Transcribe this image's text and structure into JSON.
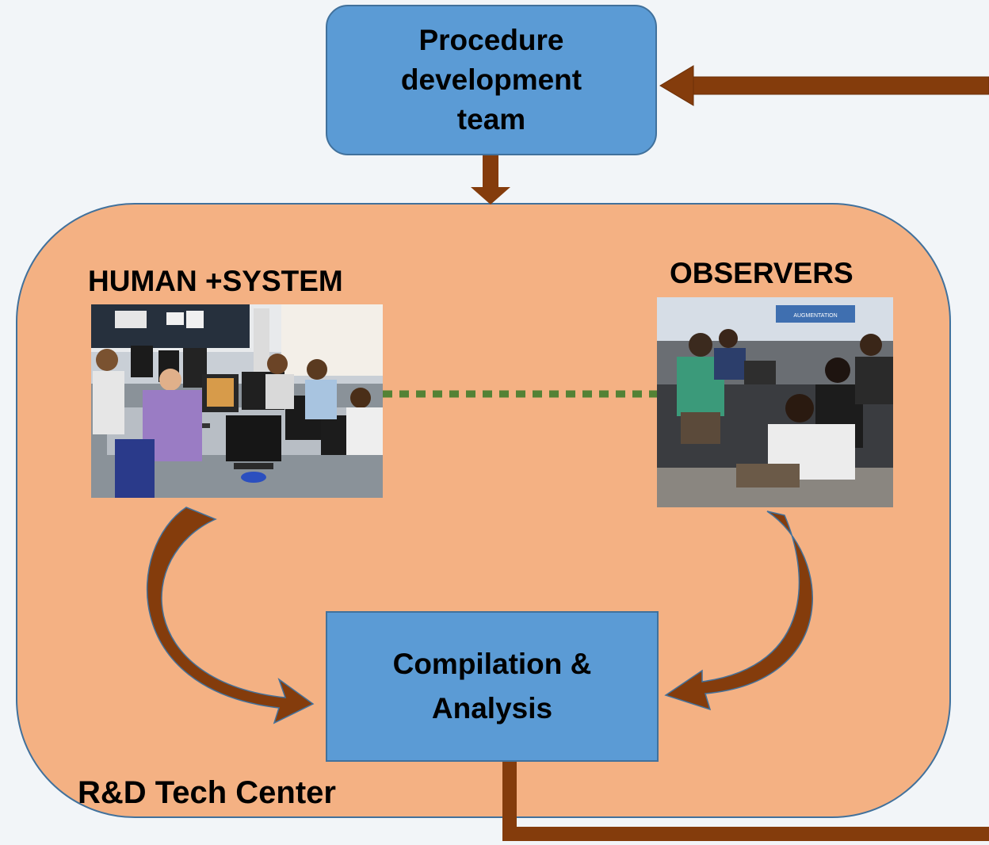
{
  "procedure_box": {
    "label": "Procedure development team"
  },
  "region": {
    "label": "R&D Tech Center"
  },
  "human_system": {
    "label": "HUMAN +SYSTEM",
    "photo_icon": "photo-people-at-workstations-icon"
  },
  "observers": {
    "label": "OBSERVERS",
    "photo_icon": "photo-observers-seated-icon",
    "banner_text": "AUGMENTATION"
  },
  "compilation_box": {
    "label": "Compilation & Analysis"
  },
  "colors": {
    "box_fill": "#5b9bd5",
    "region_fill": "#f4b183",
    "arrow": "#843c0c",
    "dotted_link": "#548235",
    "outline": "#41719c"
  }
}
